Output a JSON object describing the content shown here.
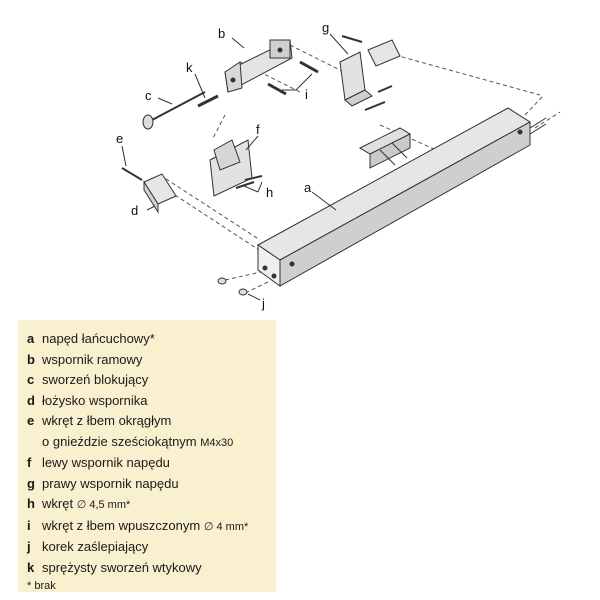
{
  "callouts": {
    "a": "a",
    "b": "b",
    "c": "c",
    "d": "d",
    "e": "e",
    "f": "f",
    "g": "g",
    "h": "h",
    "i": "i",
    "j": "j",
    "k": "k"
  },
  "legend": [
    {
      "key": "a",
      "text": "napęd łańcuchowy*"
    },
    {
      "key": "b",
      "text": "wspornik ramowy"
    },
    {
      "key": "c",
      "text": "sworzeń blokujący"
    },
    {
      "key": "d",
      "text": "łożysko wspornika"
    },
    {
      "key": "e",
      "text": "wkręt z łbem okrągłym"
    },
    {
      "key": "",
      "text": "o gnieździe sześciokątnym",
      "small": "M4x30"
    },
    {
      "key": "f",
      "text": "lewy wspornik napędu"
    },
    {
      "key": "g",
      "text": "prawy wspornik napędu"
    },
    {
      "key": "h",
      "text": "wkręt",
      "small": "∅ 4,5 mm*"
    },
    {
      "key": "i",
      "text": "wkręt z łbem wpuszczonym",
      "small": "∅ 4 mm*"
    },
    {
      "key": "j",
      "text": "korek zaślepiający"
    },
    {
      "key": "k",
      "text": "sprężysty sworzeń wtykowy"
    }
  ],
  "footnote": "* brak",
  "colors": {
    "legend_bg": "#f9f0cf",
    "metal": "#dcdcdc",
    "line": "#333333"
  }
}
